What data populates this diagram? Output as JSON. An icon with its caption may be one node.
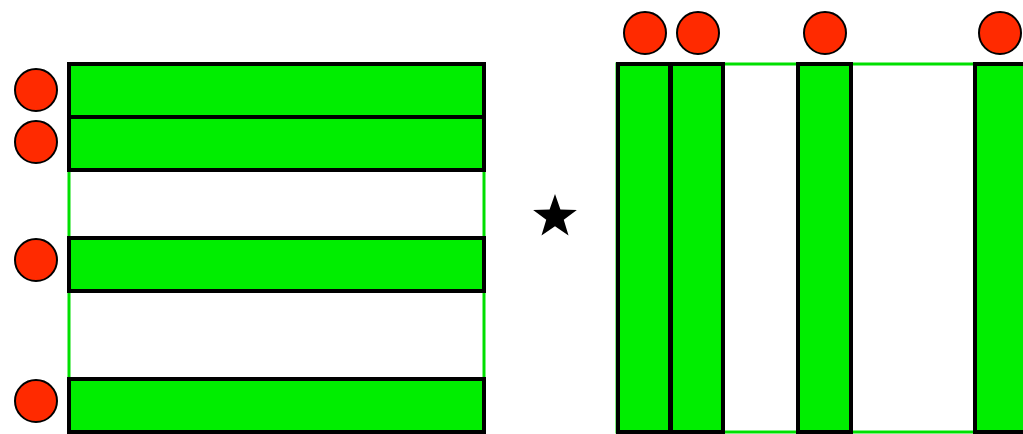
{
  "diagram": {
    "nodes": [
      {
        "text": [],
        "shape": "box"
      },
      {
        "text": [],
        "shape": "bar",
        "in": 0
      },
      {
        "text": [],
        "shape": "bar",
        "in": 0
      },
      {
        "text": [],
        "shape": "bar",
        "in": 0
      },
      {
        "text": [],
        "shape": "bar",
        "in": 0
      },
      {
        "text": [],
        "shape": "circle"
      },
      {
        "text": [],
        "shape": "circle"
      },
      {
        "text": [],
        "shape": "circle"
      },
      {
        "text": [],
        "shape": "circle"
      },
      {
        "text": [],
        "shape": "star"
      },
      {
        "text": [],
        "shape": "circle"
      },
      {
        "text": [],
        "shape": "circle"
      },
      {
        "text": [],
        "shape": "circle"
      },
      {
        "text": [],
        "shape": "circle"
      },
      {
        "text": [],
        "shape": "box"
      },
      {
        "text": [],
        "shape": "bar",
        "in": 14
      },
      {
        "text": [],
        "shape": "bar",
        "in": 14
      },
      {
        "text": [],
        "shape": "bar",
        "in": 14
      },
      {
        "text": [],
        "shape": "bar",
        "in": 14
      }
    ]
  }
}
